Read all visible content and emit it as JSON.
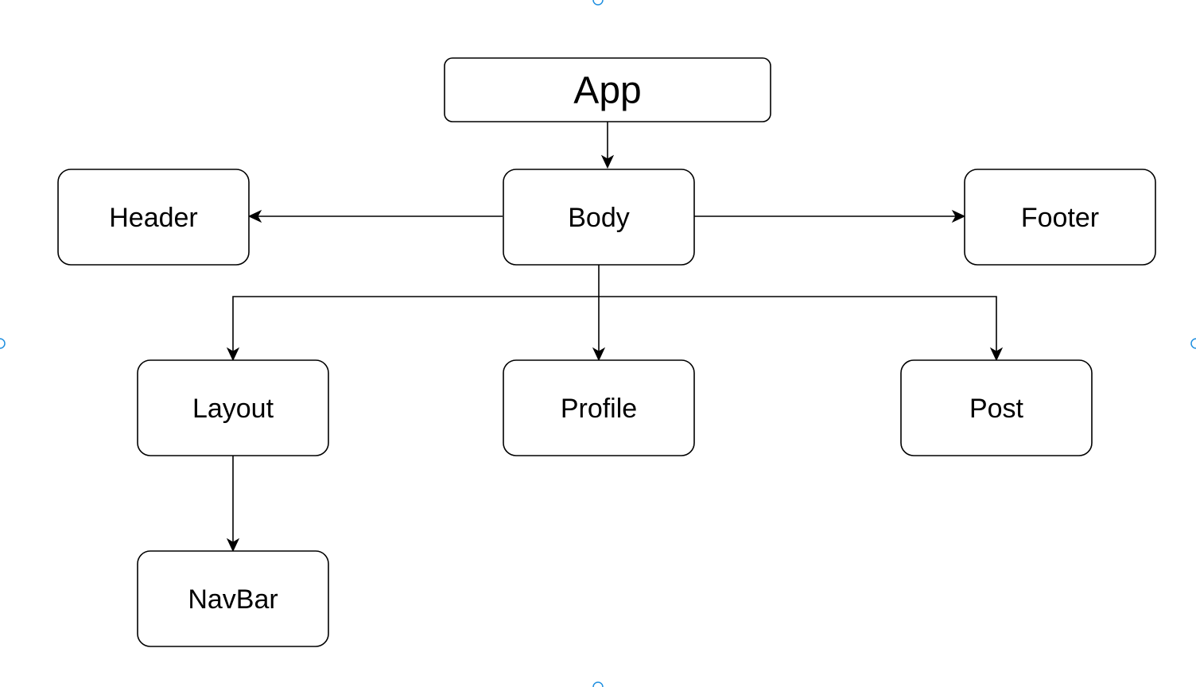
{
  "nodes": {
    "app": "App",
    "body": "Body",
    "header": "Header",
    "footer": "Footer",
    "layout": "Layout",
    "profile": "Profile",
    "post": "Post",
    "navbar": "NavBar"
  },
  "edges": [
    {
      "from": "app",
      "to": "body"
    },
    {
      "from": "body",
      "to": "header"
    },
    {
      "from": "body",
      "to": "footer"
    },
    {
      "from": "body",
      "to": "layout"
    },
    {
      "from": "body",
      "to": "profile"
    },
    {
      "from": "body",
      "to": "post"
    },
    {
      "from": "layout",
      "to": "navbar"
    }
  ],
  "colors": {
    "stroke": "#000000",
    "background": "#ffffff",
    "selection_handle": "#1f8fe0"
  }
}
